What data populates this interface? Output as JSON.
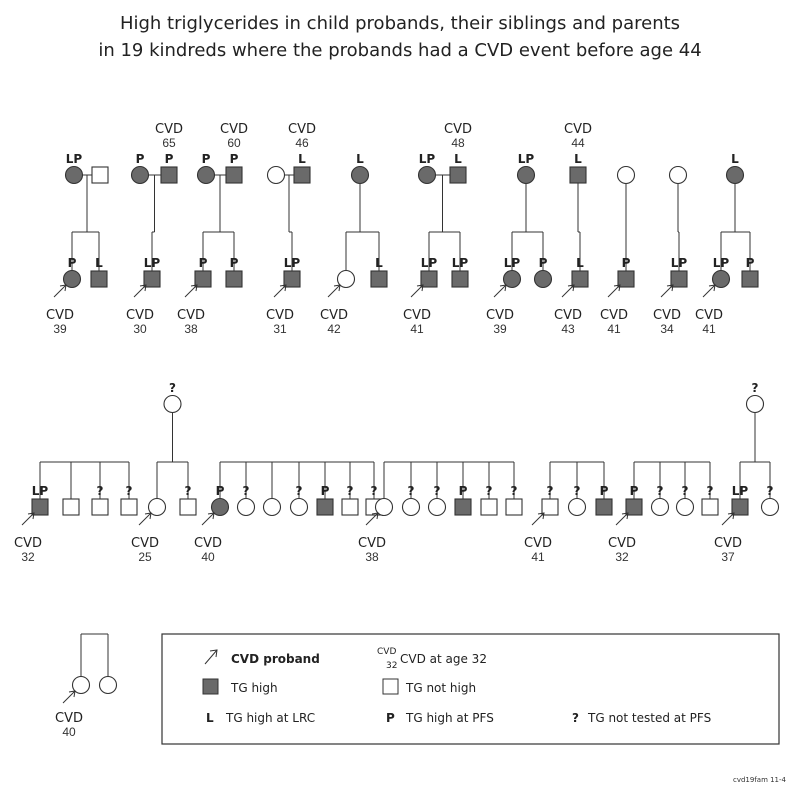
{
  "title": {
    "line1": "High triglycerides in child probands, their siblings and parents",
    "line2": "in 19 kindreds where the probands had a CVD event before age 44"
  },
  "colors": {
    "high": "#6a6a6a",
    "not_high": "#ffffff",
    "line": "#333333"
  },
  "kindreds_top": [
    {
      "parents": [
        {
          "sex": "F",
          "status": "high",
          "code": "LP"
        },
        {
          "sex": "M",
          "status": "not_high"
        }
      ],
      "children": [
        {
          "sex": "F",
          "status": "high",
          "code": "P",
          "proband": true,
          "cvd_age": "39"
        },
        {
          "sex": "M",
          "status": "high",
          "code": "L"
        }
      ]
    },
    {
      "parents": [
        {
          "sex": "F",
          "status": "high",
          "code": "P"
        },
        {
          "sex": "M",
          "status": "high",
          "code": "P",
          "cvd_age": "65"
        }
      ],
      "children": [
        {
          "sex": "M",
          "status": "high",
          "code": "LP",
          "proband": true,
          "cvd_age": "30"
        }
      ]
    },
    {
      "parents": [
        {
          "sex": "F",
          "status": "high",
          "code": "P"
        },
        {
          "sex": "M",
          "status": "high",
          "code": "P",
          "cvd_age": "60"
        }
      ],
      "children": [
        {
          "sex": "M",
          "status": "high",
          "code": "P",
          "proband": true,
          "cvd_age": "38"
        },
        {
          "sex": "M",
          "status": "high",
          "code": "P"
        }
      ]
    },
    {
      "parents": [
        {
          "sex": "F",
          "status": "not_high"
        },
        {
          "sex": "M",
          "status": "high",
          "code": "L",
          "cvd_age": "46"
        }
      ],
      "children": [
        {
          "sex": "M",
          "status": "high",
          "code": "LP",
          "proband": true,
          "cvd_age": "31"
        }
      ]
    },
    {
      "parents": [
        {
          "sex": "F",
          "status": "high",
          "code": "L"
        }
      ],
      "children": [
        {
          "sex": "F",
          "status": "not_high",
          "proband": true,
          "cvd_age": "42"
        },
        {
          "sex": "M",
          "status": "high",
          "code": "L"
        }
      ]
    },
    {
      "parents": [
        {
          "sex": "F",
          "status": "high",
          "code": "LP"
        },
        {
          "sex": "M",
          "status": "high",
          "code": "L",
          "cvd_age": "48"
        }
      ],
      "children": [
        {
          "sex": "M",
          "status": "high",
          "code": "LP",
          "proband": true,
          "cvd_age": "41"
        },
        {
          "sex": "M",
          "status": "high",
          "code": "LP"
        }
      ]
    },
    {
      "parents": [
        {
          "sex": "F",
          "status": "high",
          "code": "LP"
        }
      ],
      "children": [
        {
          "sex": "F",
          "status": "high",
          "code": "LP",
          "proband": true,
          "cvd_age": "39"
        },
        {
          "sex": "F",
          "status": "high",
          "code": "P"
        }
      ]
    },
    {
      "parents": [
        {
          "sex": "M",
          "status": "high",
          "code": "L",
          "cvd_age": "44"
        }
      ],
      "children": [
        {
          "sex": "M",
          "status": "high",
          "code": "L",
          "proband": true,
          "cvd_age": "43"
        }
      ]
    },
    {
      "parents": [
        {
          "sex": "F",
          "status": "not_high"
        }
      ],
      "children": [
        {
          "sex": "M",
          "status": "high",
          "code": "P",
          "proband": true,
          "cvd_age": "41"
        }
      ]
    },
    {
      "parents": [
        {
          "sex": "F",
          "status": "not_high"
        }
      ],
      "children": [
        {
          "sex": "M",
          "status": "high",
          "code": "LP",
          "proband": true,
          "cvd_age": "34"
        }
      ]
    },
    {
      "parents": [
        {
          "sex": "F",
          "status": "high",
          "code": "L"
        }
      ],
      "children": [
        {
          "sex": "F",
          "status": "high",
          "code": "LP",
          "proband": true,
          "cvd_age": "41"
        },
        {
          "sex": "M",
          "status": "high",
          "code": "P"
        }
      ]
    }
  ],
  "kindreds_bottom": [
    {
      "children": [
        {
          "sex": "M",
          "status": "high",
          "code": "LP",
          "proband": true,
          "cvd_age": "32"
        },
        {
          "sex": "M",
          "status": "not_high"
        },
        {
          "sex": "M",
          "status": "not_high",
          "code": "?"
        },
        {
          "sex": "M",
          "status": "not_high",
          "code": "?"
        }
      ]
    },
    {
      "parent": {
        "sex": "F",
        "status": "not_high",
        "code": "?"
      },
      "children": [
        {
          "sex": "F",
          "status": "not_high",
          "proband": true,
          "cvd_age": "25"
        },
        {
          "sex": "M",
          "status": "not_high",
          "code": "?"
        }
      ]
    },
    {
      "children": [
        {
          "sex": "F",
          "status": "high",
          "code": "P",
          "proband": true,
          "cvd_age": "40"
        },
        {
          "sex": "F",
          "status": "not_high",
          "code": "?"
        },
        {
          "sex": "F",
          "status": "not_high"
        },
        {
          "sex": "F",
          "status": "not_high",
          "code": "?"
        },
        {
          "sex": "M",
          "status": "high",
          "code": "P"
        },
        {
          "sex": "M",
          "status": "not_high",
          "code": "?"
        },
        {
          "sex": "M",
          "status": "not_high",
          "code": "?"
        }
      ]
    },
    {
      "children": [
        {
          "sex": "F",
          "status": "not_high",
          "proband": true,
          "cvd_age": "38"
        },
        {
          "sex": "F",
          "status": "not_high",
          "code": "?"
        },
        {
          "sex": "F",
          "status": "not_high",
          "code": "?"
        },
        {
          "sex": "M",
          "status": "high",
          "code": "P"
        },
        {
          "sex": "M",
          "status": "not_high",
          "code": "?"
        },
        {
          "sex": "M",
          "status": "not_high",
          "code": "?"
        }
      ]
    },
    {
      "children": [
        {
          "sex": "M",
          "status": "not_high",
          "code": "?",
          "proband": true,
          "cvd_age": "41"
        },
        {
          "sex": "F",
          "status": "not_high",
          "code": "?"
        },
        {
          "sex": "M",
          "status": "high",
          "code": "P"
        }
      ]
    },
    {
      "children": [
        {
          "sex": "M",
          "status": "high",
          "code": "P",
          "proband": true,
          "cvd_age": "32"
        },
        {
          "sex": "F",
          "status": "not_high",
          "code": "?"
        },
        {
          "sex": "F",
          "status": "not_high",
          "code": "?"
        },
        {
          "sex": "M",
          "status": "not_high",
          "code": "?"
        }
      ]
    },
    {
      "parent": {
        "sex": "F",
        "status": "not_high",
        "code": "?"
      },
      "children": [
        {
          "sex": "M",
          "status": "high",
          "code": "LP",
          "proband": true,
          "cvd_age": "37"
        },
        {
          "sex": "F",
          "status": "not_high",
          "code": "?"
        }
      ]
    }
  ],
  "kindred_small": {
    "children": [
      {
        "sex": "F",
        "status": "not_high",
        "proband": true,
        "cvd_age": "40"
      },
      {
        "sex": "F",
        "status": "not_high"
      }
    ]
  },
  "cvd_label": "CVD",
  "legend": {
    "proband_label": "CVD proband",
    "cvd_sample_word": "CVD",
    "cvd_sample_age": "32",
    "cvd_at_age_label": "CVD at age 32",
    "tg_high_label": "TG high",
    "tg_not_high_label": "TG not high",
    "l_symbol": "L",
    "l_label": "TG high at LRC",
    "p_symbol": "P",
    "p_label": "TG high at PFS",
    "q_symbol": "?",
    "q_label": "TG not tested at PFS"
  },
  "footer": "cvd19fam 11-4"
}
